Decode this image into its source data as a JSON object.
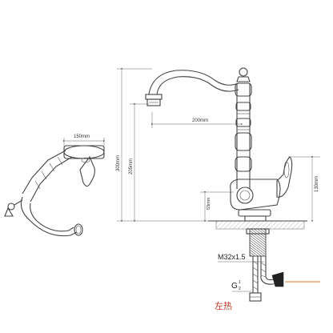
{
  "dimensions": {
    "top_width": "150mm",
    "spout_reach": "200mm",
    "overall_height": "300mm",
    "spout_height": "205mm",
    "handle_height": "130mm",
    "base_height": "53mm"
  },
  "labels": {
    "thread": "M32x1.5",
    "connector": "G",
    "connector_sup": "1",
    "connector_sub": "2",
    "hot_side": "左热"
  },
  "colors": {
    "line": "#444444",
    "hot_arrow": "#e0782f",
    "hot_text": "#c0392b"
  }
}
